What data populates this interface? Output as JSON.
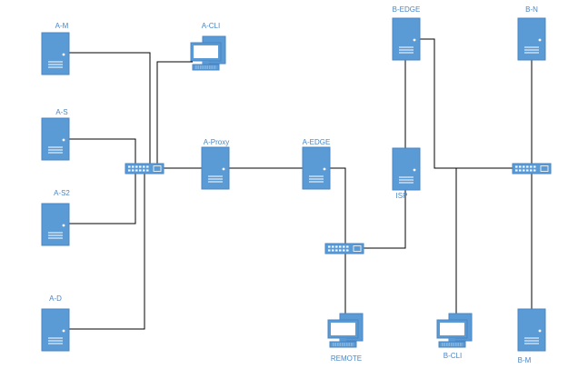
{
  "colors": {
    "device_fill": "#5b9bd5",
    "device_stroke": "#4a86c5",
    "label": "#4a86c5",
    "wire": "#000000",
    "background": "#ffffff"
  },
  "labels": {
    "a_m": "A-M",
    "a_cli": "A-CLI",
    "b_edge": "B-EDGE",
    "b_n": "B-N",
    "a_s": "A-S",
    "a_proxy": "A-Proxy",
    "a_edge": "A-EDGE",
    "isp": "ISP",
    "a_s2": "A-S2",
    "a_d": "A-D",
    "remote": "REMOTE",
    "b_cli": "B-CLI",
    "b_m": "B-M"
  },
  "icons": {
    "server": "server-icon",
    "workstation": "workstation-icon",
    "switch": "switch-icon"
  }
}
